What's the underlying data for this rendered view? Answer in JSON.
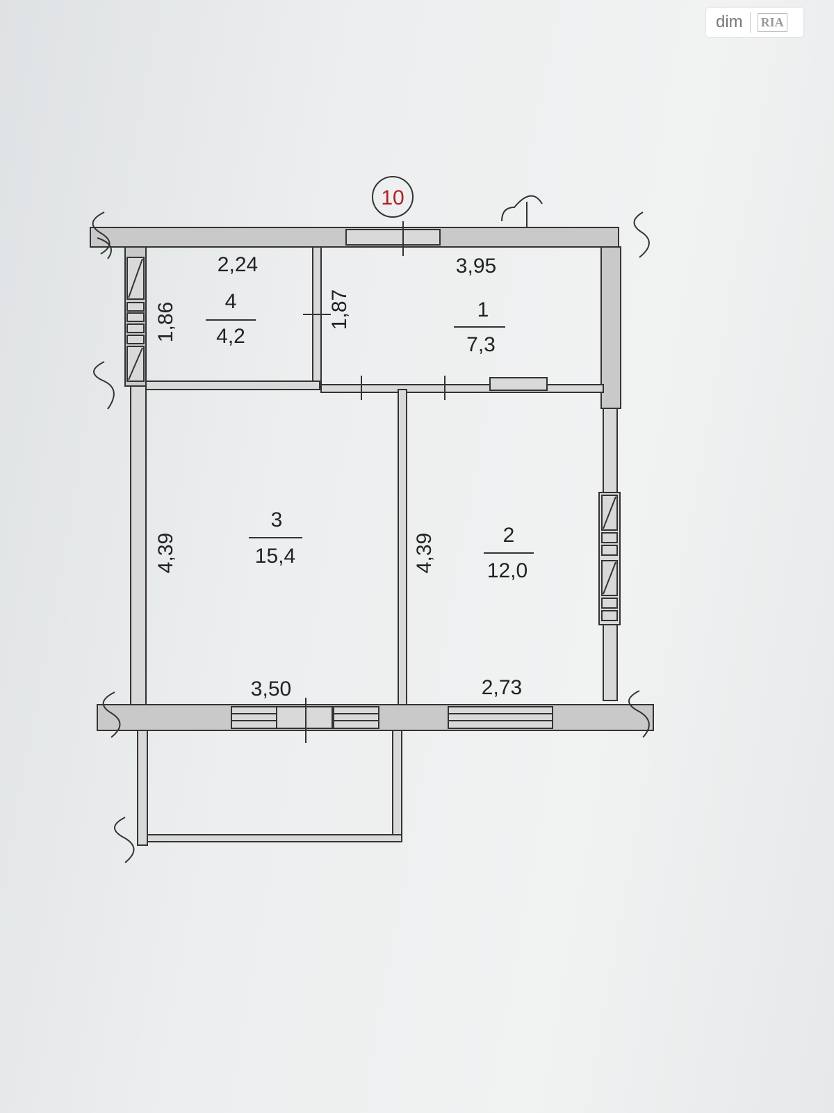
{
  "watermark": {
    "brand": "dim",
    "brand_mark": "RIA"
  },
  "plan": {
    "plot_number": "10",
    "rooms": [
      {
        "number": "1",
        "area": "7,3"
      },
      {
        "number": "2",
        "area": "12,0"
      },
      {
        "number": "3",
        "area": "15,4"
      },
      {
        "number": "4",
        "area": "4,2"
      }
    ],
    "dimensions": {
      "room4_width": "2,24",
      "room4_height_left": "1,86",
      "room4_height_right": "1,87",
      "room1_width": "3,95",
      "room3_height": "4,39",
      "room2_height": "4,39",
      "room3_width": "3,50",
      "room2_width": "2,73"
    }
  }
}
